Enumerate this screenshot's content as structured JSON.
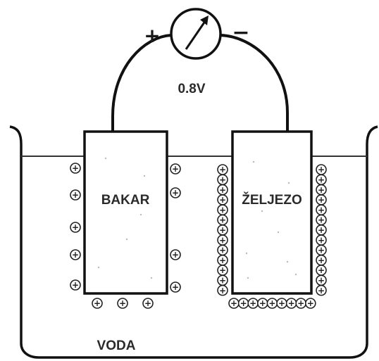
{
  "voltmeter": {
    "positive_sign": "+",
    "negative_sign": "−",
    "reading": "0.8V"
  },
  "electrodes": {
    "left_label": "BAKAR",
    "right_label": "ŽELJEZO"
  },
  "container": {
    "label": "VODA"
  },
  "ion_symbol": "+"
}
